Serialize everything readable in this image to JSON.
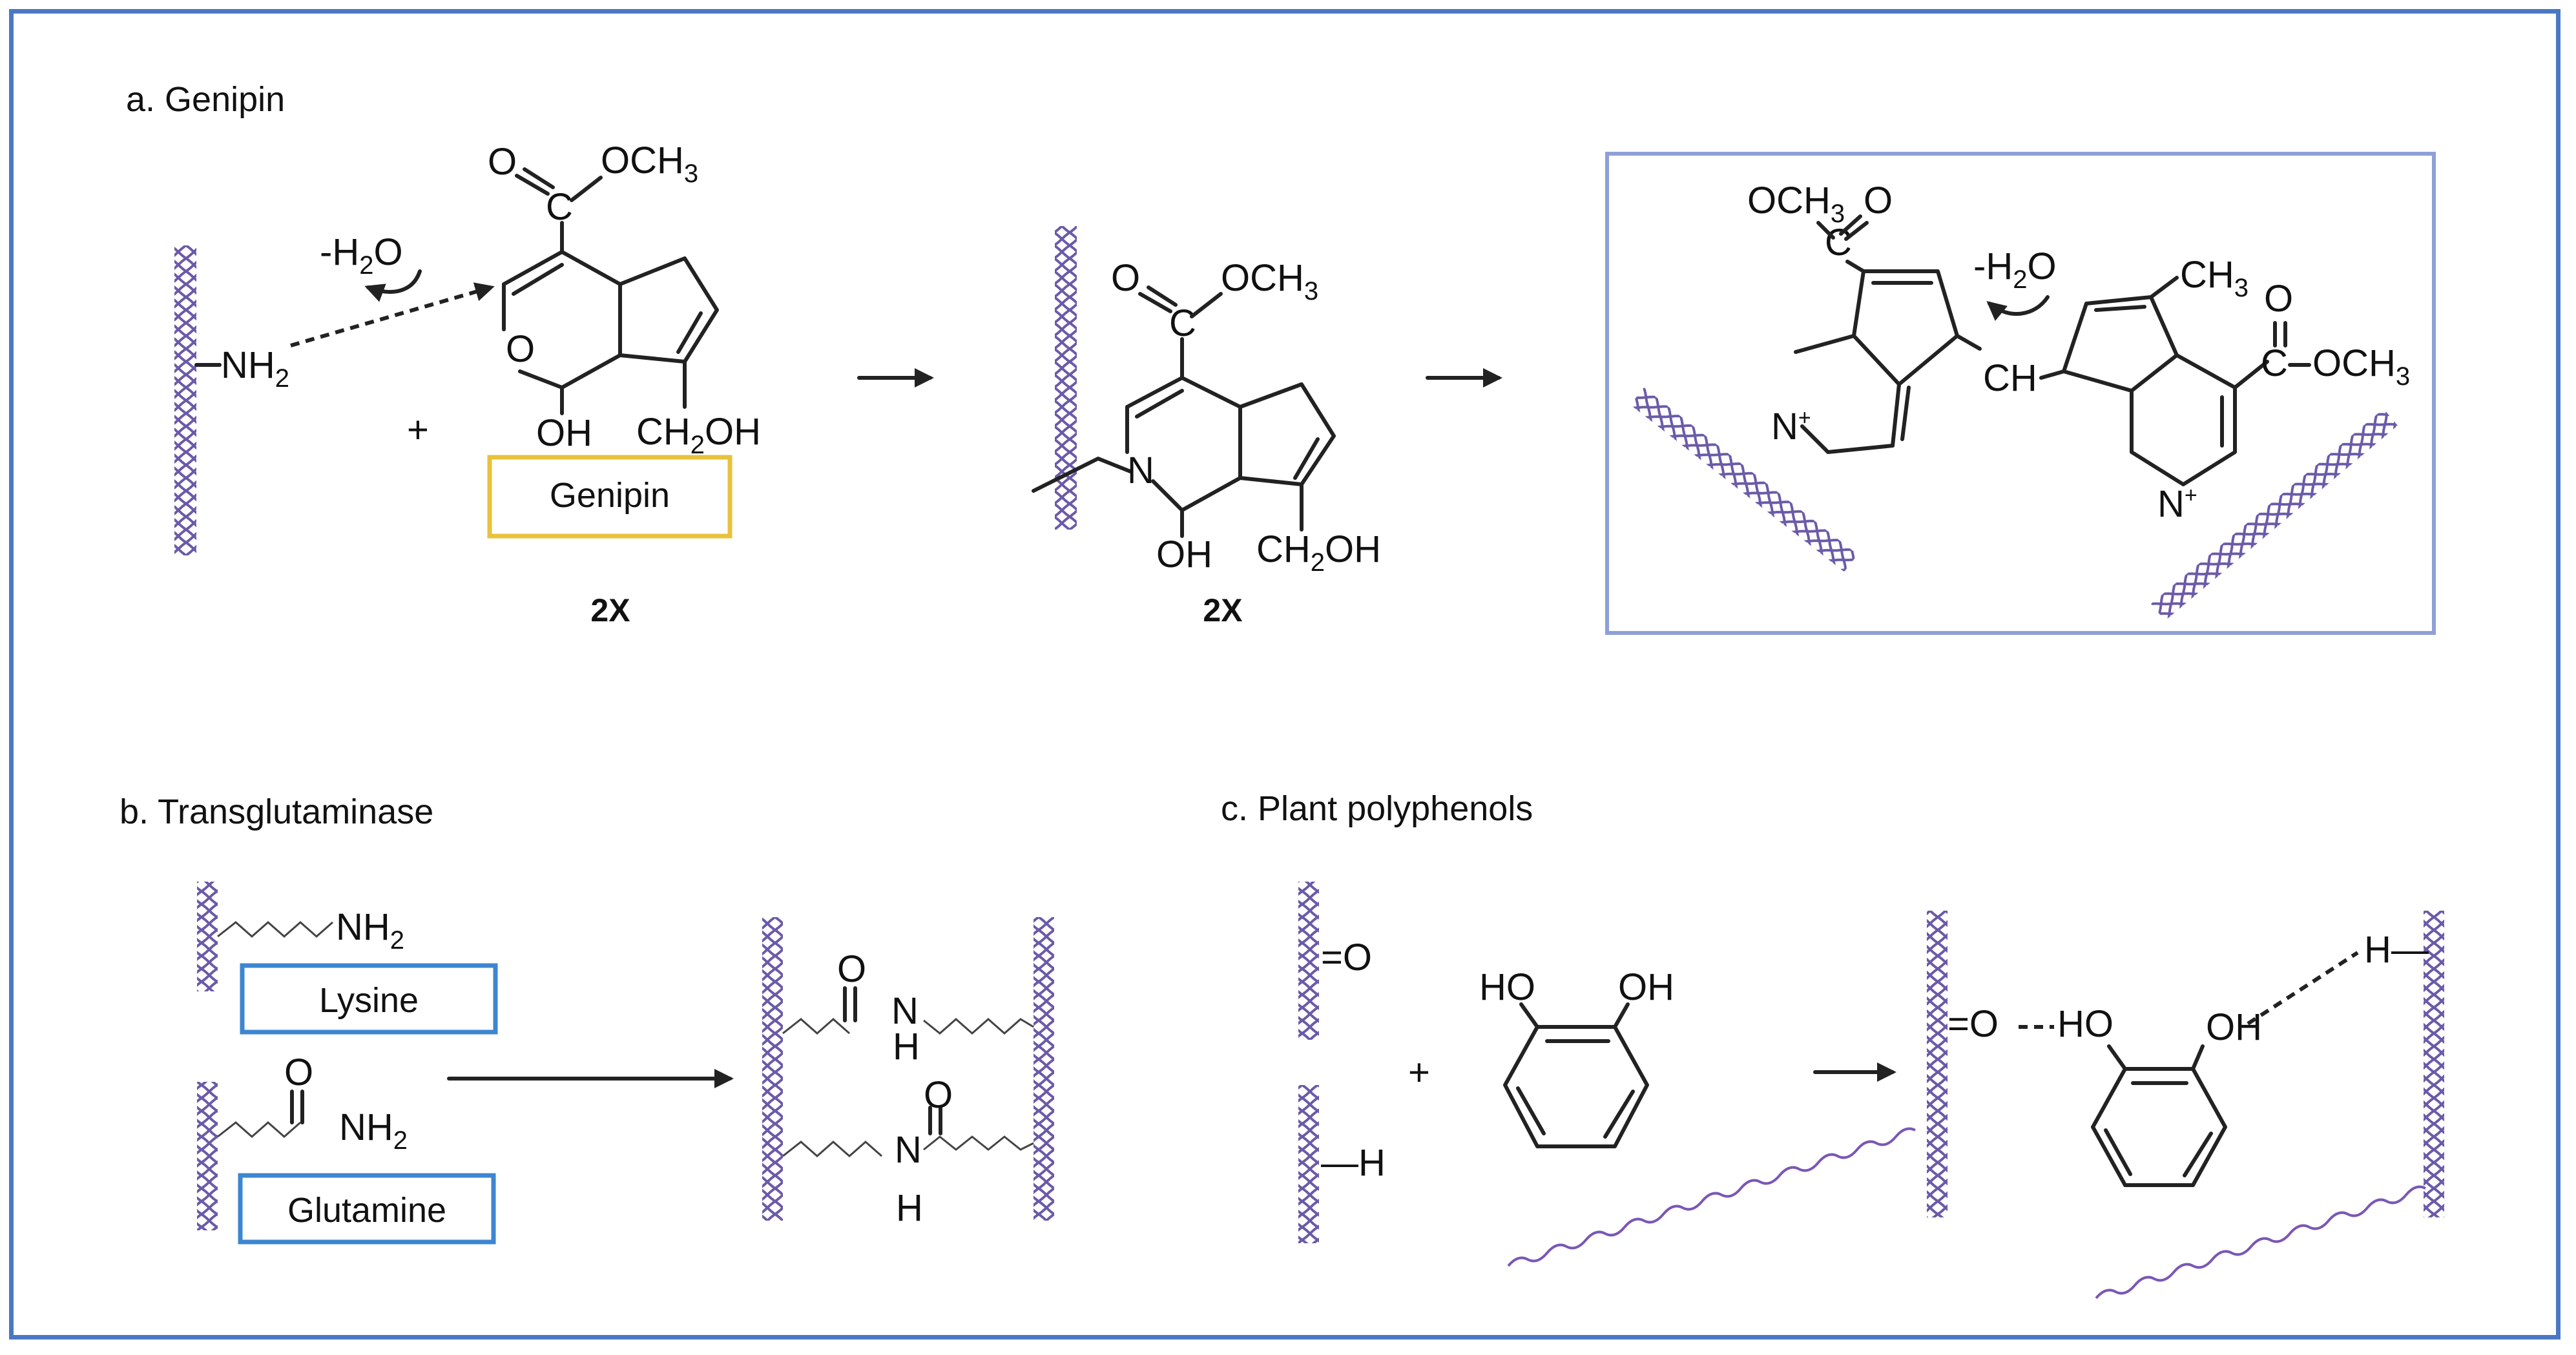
{
  "panels": {
    "a": {
      "title": "a. Genipin",
      "box_label": "Genipin",
      "multiplier": "2X",
      "water": "-H",
      "water_sub": "2",
      "water_end": "O",
      "plus": "+",
      "nh2_main": "NH",
      "nh2_sub": "2",
      "o_double": "O",
      "och3": "OCH",
      "och3_sub": "3",
      "ring_o": "O",
      "oh": "OH",
      "ch2oh_a": "CH",
      "ch2oh_sub": "2",
      "ch2oh_b": "OH",
      "n": "N",
      "c": "C",
      "ch3": "CH",
      "ch3_sub": "3",
      "ch": "CH",
      "n_plus": "N",
      "plus_sup": "+"
    },
    "b": {
      "title": "b. Transglutaminase",
      "lysine": "Lysine",
      "glutamine": "Glutamine",
      "nh2": "NH",
      "nh2_sub": "2",
      "o": "O",
      "n": "N",
      "h": "H"
    },
    "c": {
      "title": "c. Plant polyphenols",
      "o": "O",
      "h": "H",
      "ho": "HO",
      "oh": "OH",
      "plus": "+",
      "eq_o": "=O",
      "o_dots": "=O",
      "h_dash": "H"
    }
  },
  "colors": {
    "frame": "#4a78c2",
    "fiber": "#8a7bc0",
    "genipin_box": "#e8c23a",
    "amino_box": "#3d86d0",
    "product_box": "#8ea0d6",
    "polyphenol_chain": "#7a57b5"
  }
}
